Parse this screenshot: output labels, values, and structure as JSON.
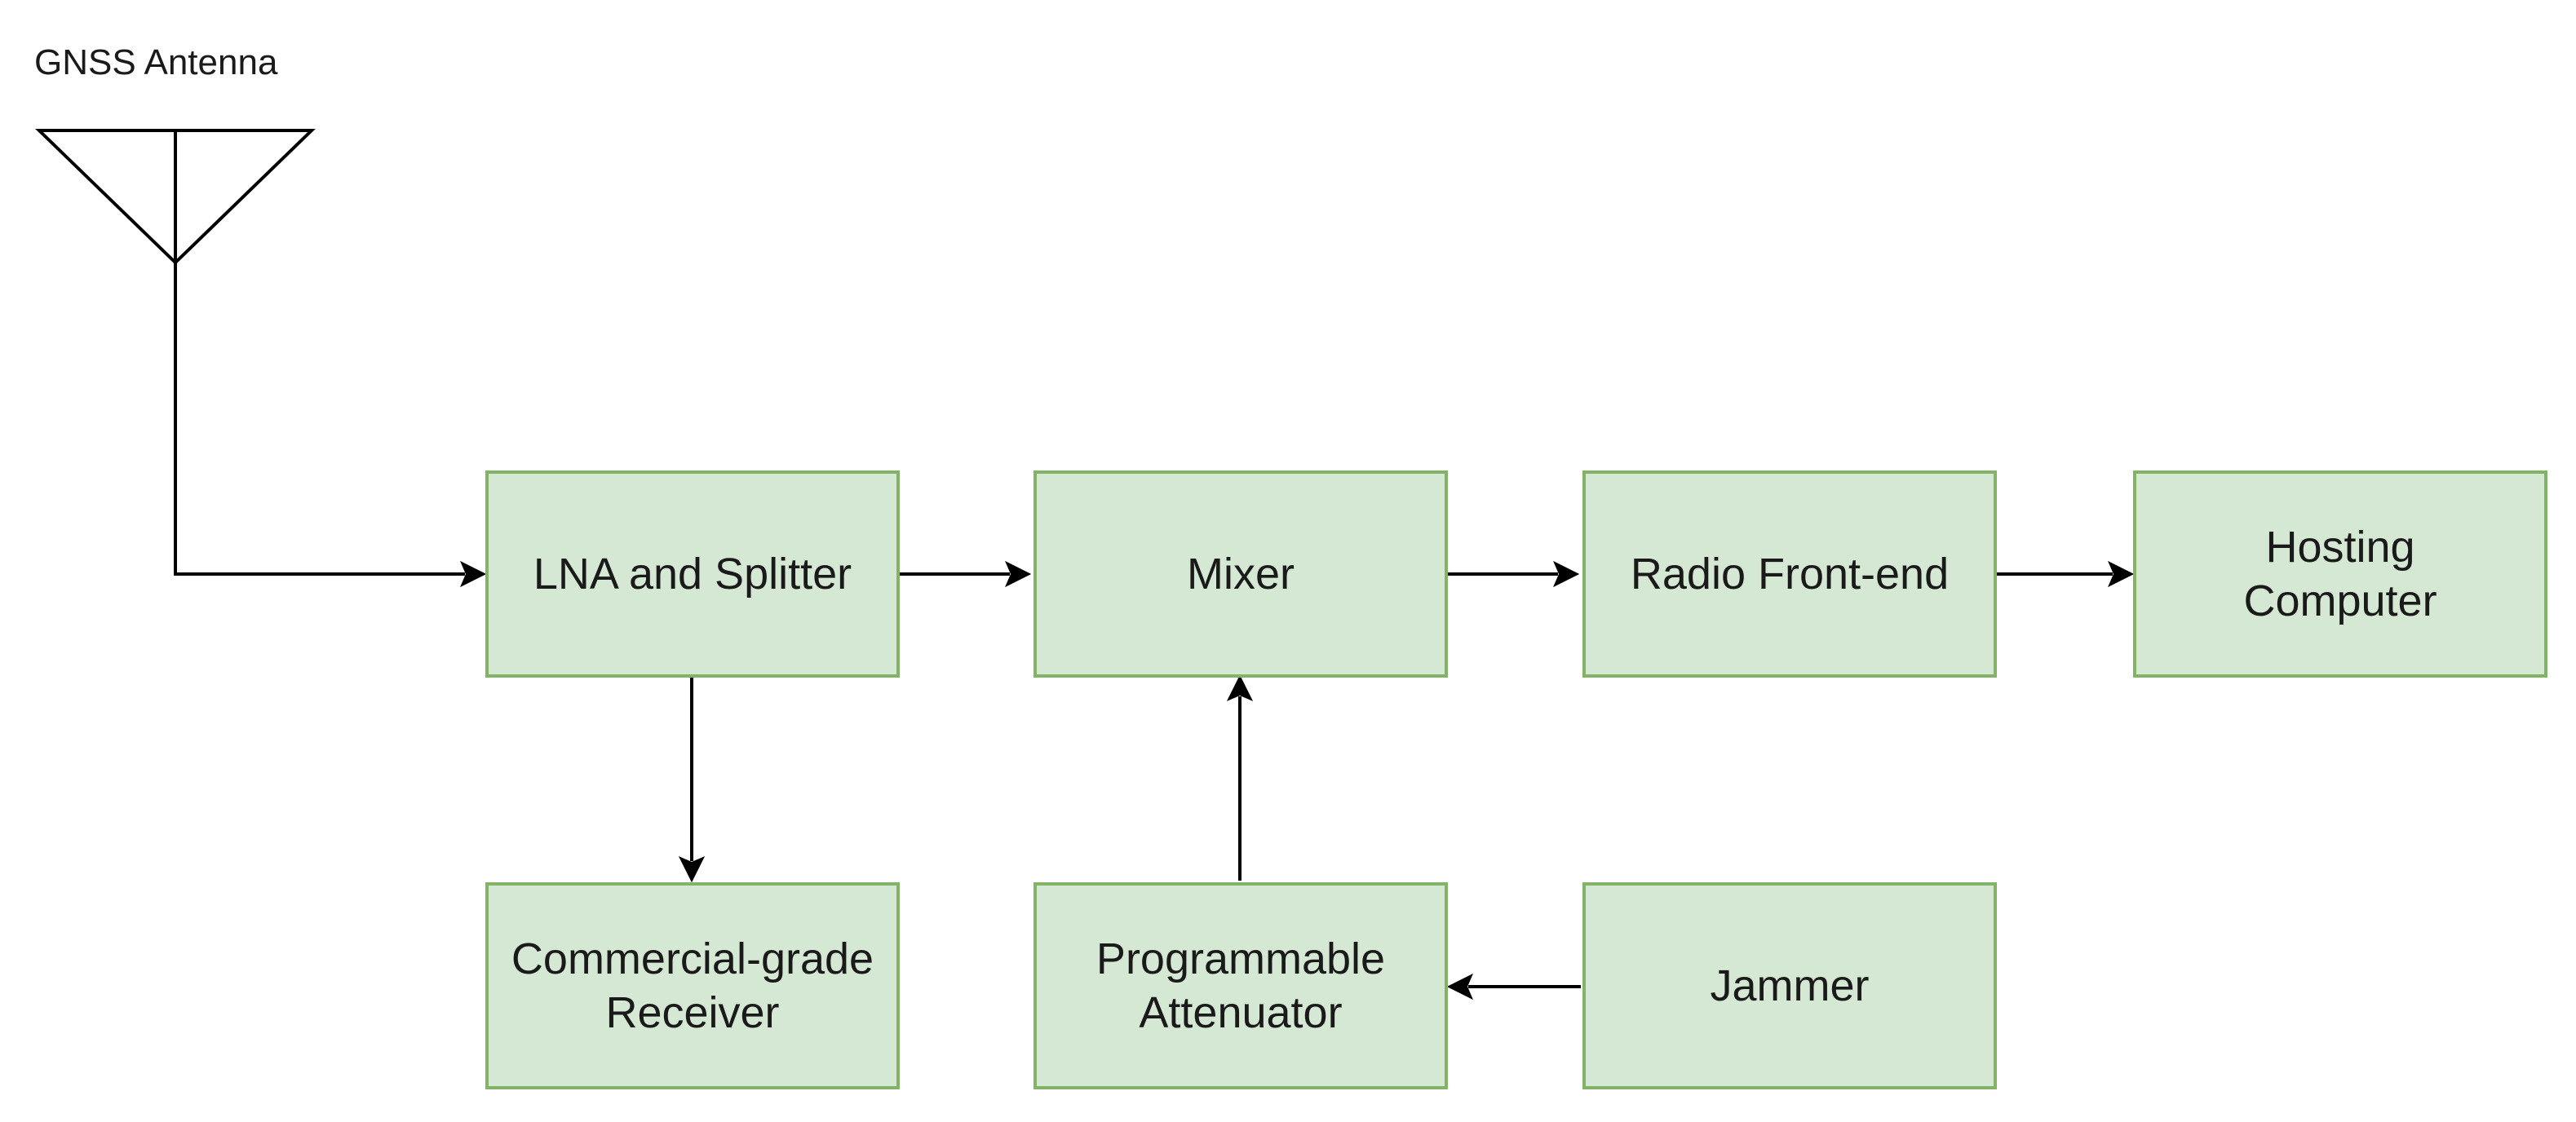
{
  "antenna": {
    "label": "GNSS Antenna"
  },
  "blocks": {
    "lna": "LNA and Splitter",
    "mixer": "Mixer",
    "radio": "Radio Front-end",
    "hosting": "Hosting\nComputer",
    "receiver": "Commercial-grade\nReceiver",
    "attenuator": "Programmable\nAttenuator",
    "jammer": "Jammer"
  },
  "colors": {
    "box_fill": "#d5e8d4",
    "box_border": "#82b366",
    "line": "#000000"
  },
  "connections": [
    [
      "antenna",
      "lna"
    ],
    [
      "lna",
      "mixer"
    ],
    [
      "mixer",
      "radio"
    ],
    [
      "radio",
      "hosting"
    ],
    [
      "lna",
      "receiver"
    ],
    [
      "attenuator",
      "mixer"
    ],
    [
      "jammer",
      "attenuator"
    ]
  ]
}
